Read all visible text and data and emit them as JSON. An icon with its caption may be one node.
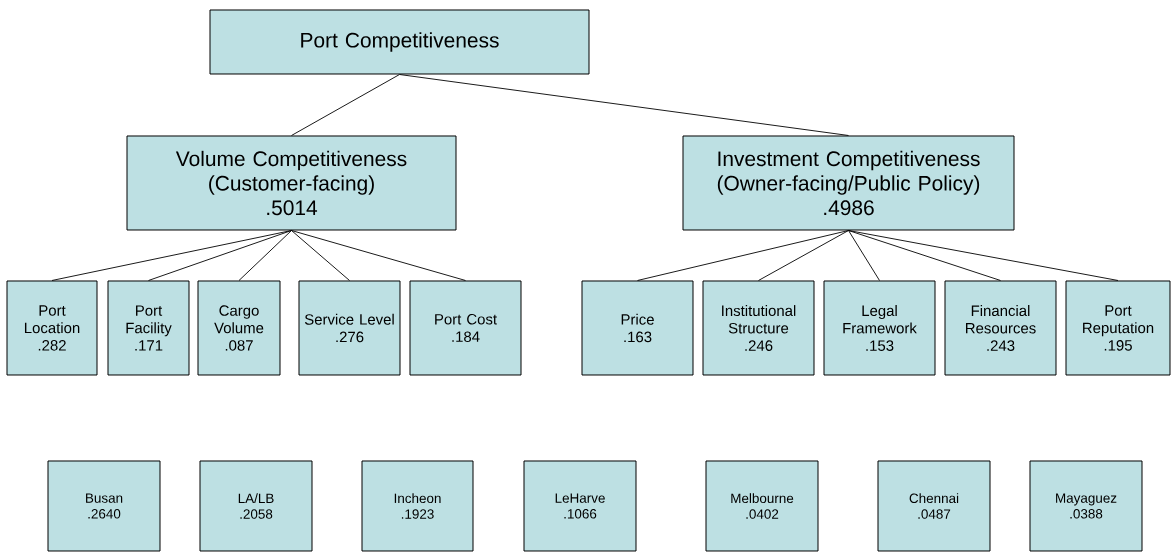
{
  "diagram": {
    "nodes": [
      {
        "text": [
          "Port Competitiveness"
        ]
      },
      {
        "text": [
          "Volume Competitiveness (Customer-facing)",
          ".5014"
        ]
      },
      {
        "text": [
          "Investment Competitiveness (Owner-facing/Public Policy)",
          ".4986"
        ]
      },
      {
        "text": [
          "Port Location",
          ".282"
        ]
      },
      {
        "text": [
          "Port Facility",
          ".171"
        ]
      },
      {
        "text": [
          "Cargo Volume",
          ".087"
        ]
      },
      {
        "text": [
          "Service Level",
          ".276"
        ]
      },
      {
        "text": [
          "Port Cost",
          ".184"
        ]
      },
      {
        "text": [
          "Price",
          ".163"
        ]
      },
      {
        "text": [
          "Institutional Structure",
          ".246"
        ]
      },
      {
        "text": [
          "Legal Framework",
          ".153"
        ]
      },
      {
        "text": [
          "Financial Resources",
          ".243"
        ]
      },
      {
        "text": [
          "Port Reputation",
          ".195"
        ]
      },
      {
        "text": [
          "Busan",
          ".2640"
        ]
      },
      {
        "text": [
          "LA/LB",
          ".2058"
        ]
      },
      {
        "text": [
          "Incheon",
          ".1923"
        ]
      },
      {
        "text": [
          "LeHarve",
          ".1066"
        ]
      },
      {
        "text": [
          "Melbourne",
          ".0402"
        ]
      },
      {
        "text": [
          "Chennai",
          ".0487"
        ]
      },
      {
        "text": [
          "Mayaguez",
          ".0388"
        ]
      }
    ],
    "edges": [
      {
        "from": 0,
        "to": 1,
        "arrow": "none"
      },
      {
        "from": 0,
        "to": 2,
        "arrow": "none"
      },
      {
        "from": 1,
        "to": 3,
        "arrow": "none"
      },
      {
        "from": 1,
        "to": 4,
        "arrow": "none"
      },
      {
        "from": 1,
        "to": 5,
        "arrow": "none"
      },
      {
        "from": 1,
        "to": 6,
        "arrow": "none"
      },
      {
        "from": 1,
        "to": 7,
        "arrow": "none"
      },
      {
        "from": 2,
        "to": 8,
        "arrow": "none"
      },
      {
        "from": 2,
        "to": 9,
        "arrow": "none"
      },
      {
        "from": 2,
        "to": 10,
        "arrow": "none"
      },
      {
        "from": 2,
        "to": 11,
        "arrow": "none"
      },
      {
        "from": 2,
        "to": 12,
        "arrow": "none"
      }
    ]
  }
}
